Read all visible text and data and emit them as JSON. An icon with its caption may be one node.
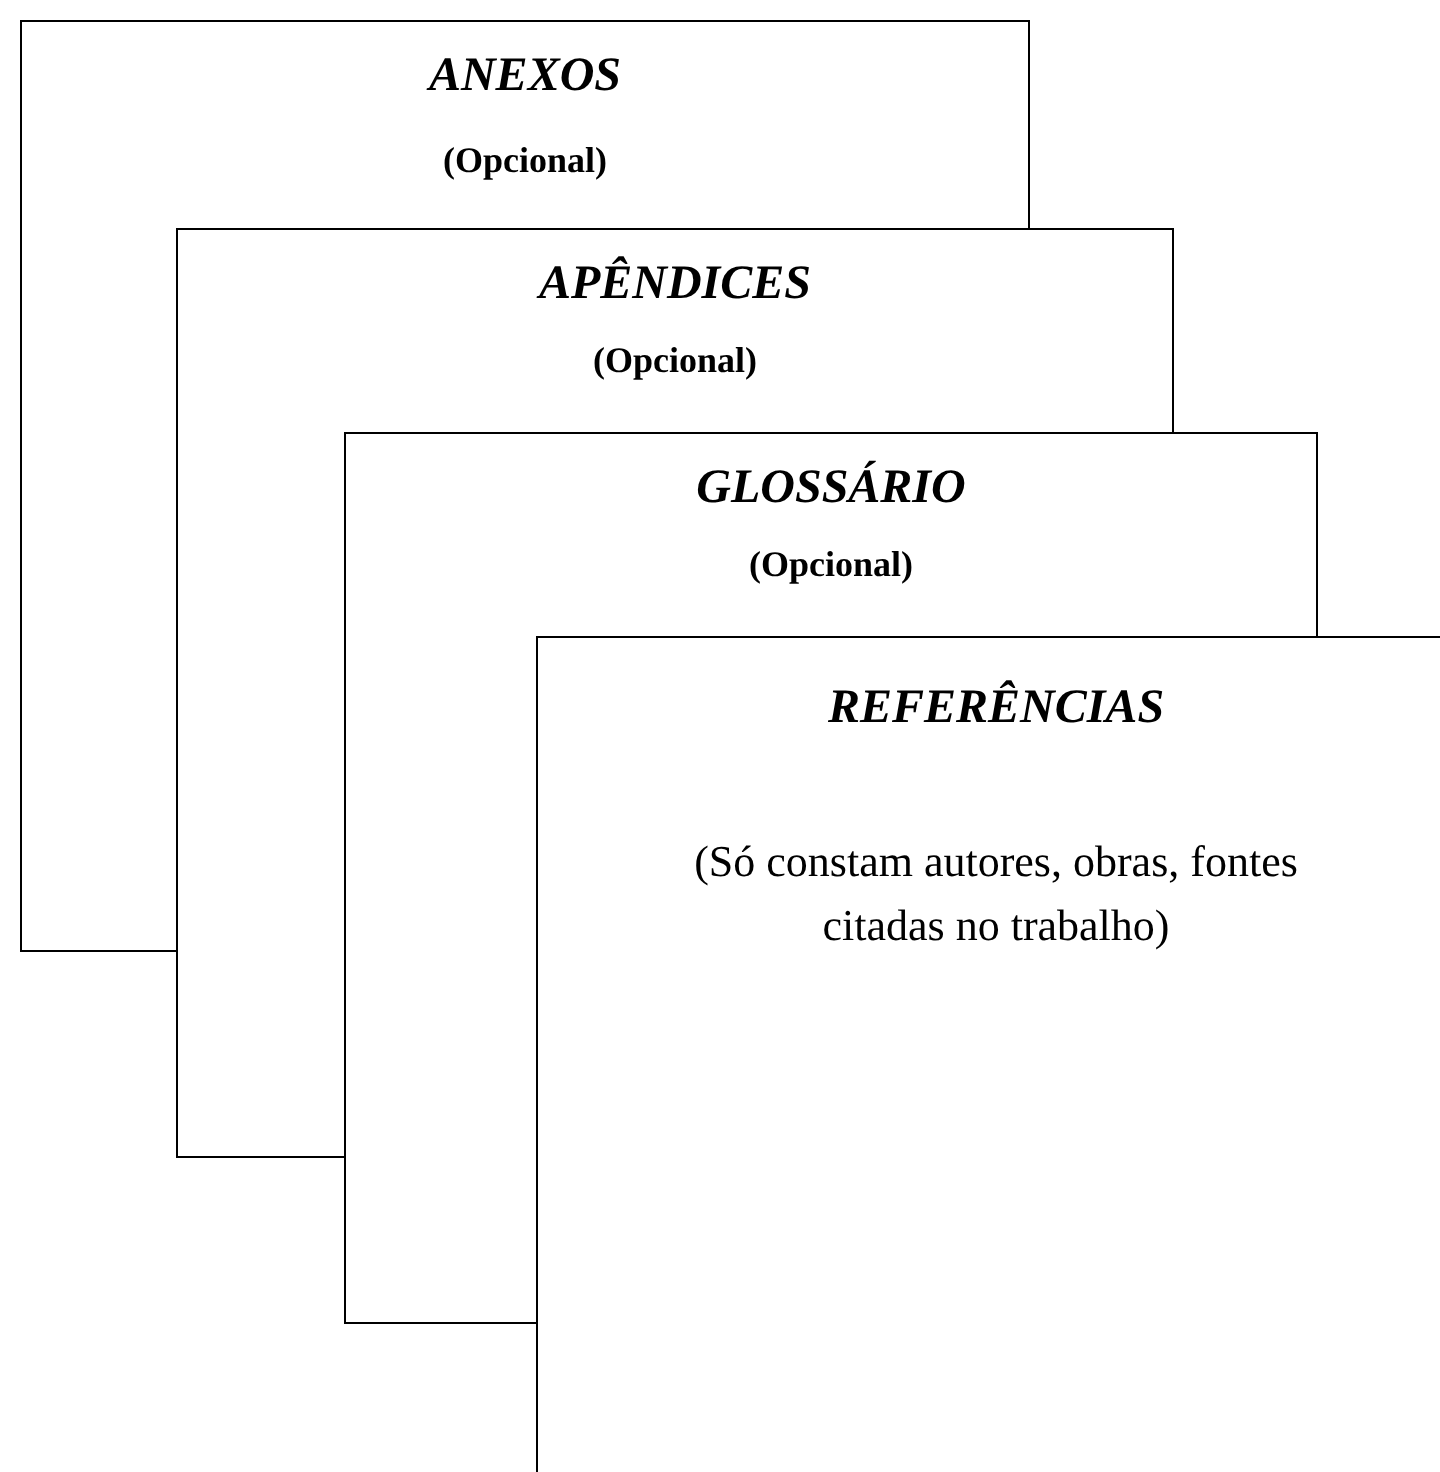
{
  "diagram": {
    "nodes": [
      {
        "text": [
          "ANEXOS",
          "(Opcional)"
        ]
      },
      {
        "text": [
          "APÊNDICES",
          "(Opcional)"
        ]
      },
      {
        "text": [
          "GLOSSÁRIO",
          "(Opcional)"
        ]
      },
      {
        "text": [
          "REFERÊNCIAS",
          "(Só constam autores, obras, fontes citadas no trabalho)"
        ]
      }
    ]
  }
}
